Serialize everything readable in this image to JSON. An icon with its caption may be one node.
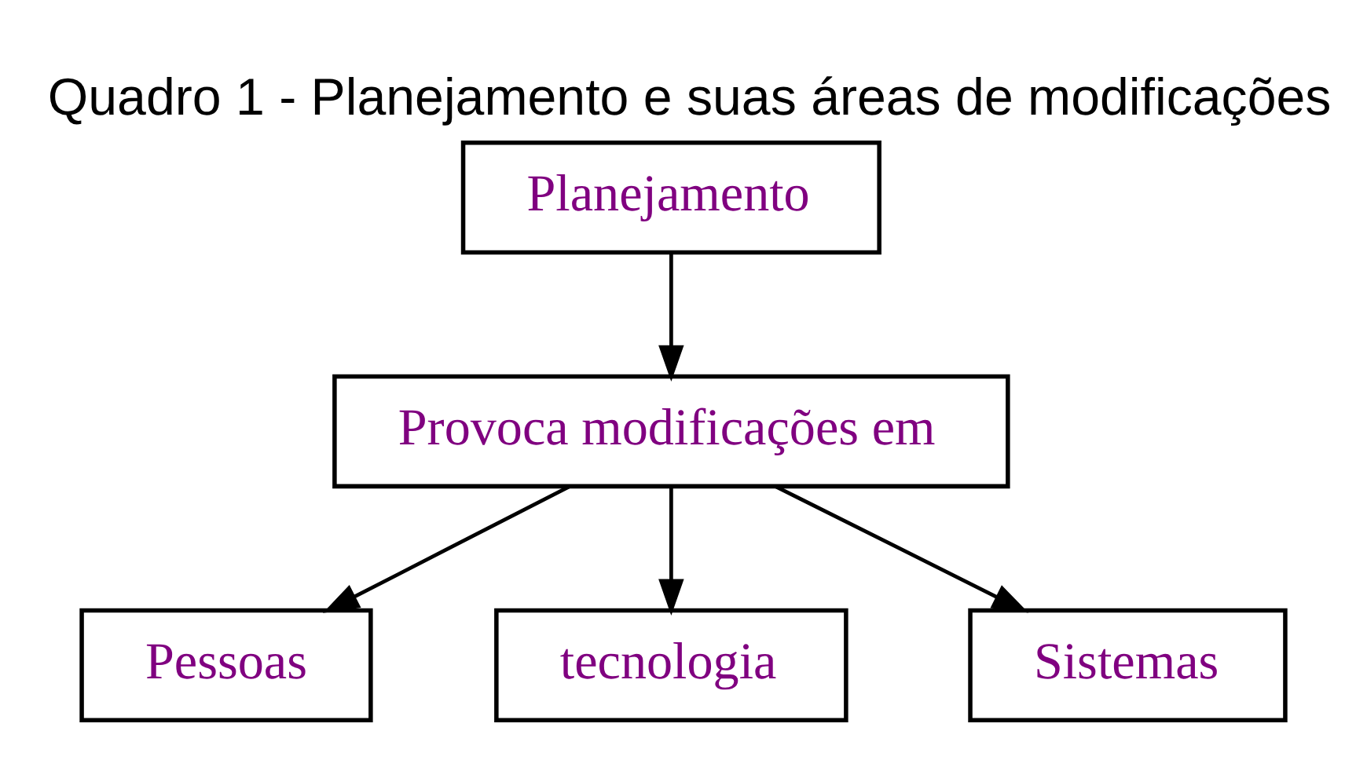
{
  "diagram": {
    "title": "Quadro 1 - Planejamento e suas áreas de modificações",
    "nodes": [
      {
        "text": [
          "Planejamento"
        ]
      },
      {
        "text": [
          "Provoca modificações em"
        ]
      },
      {
        "text": [
          "Pessoas"
        ]
      },
      {
        "text": [
          "tecnologia"
        ]
      },
      {
        "text": [
          "Sistemas"
        ]
      }
    ],
    "edges": [
      {
        "from": 0,
        "to": 1,
        "arrow": "to"
      },
      {
        "from": 1,
        "to": 2,
        "arrow": "to"
      },
      {
        "from": 1,
        "to": 3,
        "arrow": "to"
      },
      {
        "from": 1,
        "to": 4,
        "arrow": "to"
      }
    ]
  }
}
